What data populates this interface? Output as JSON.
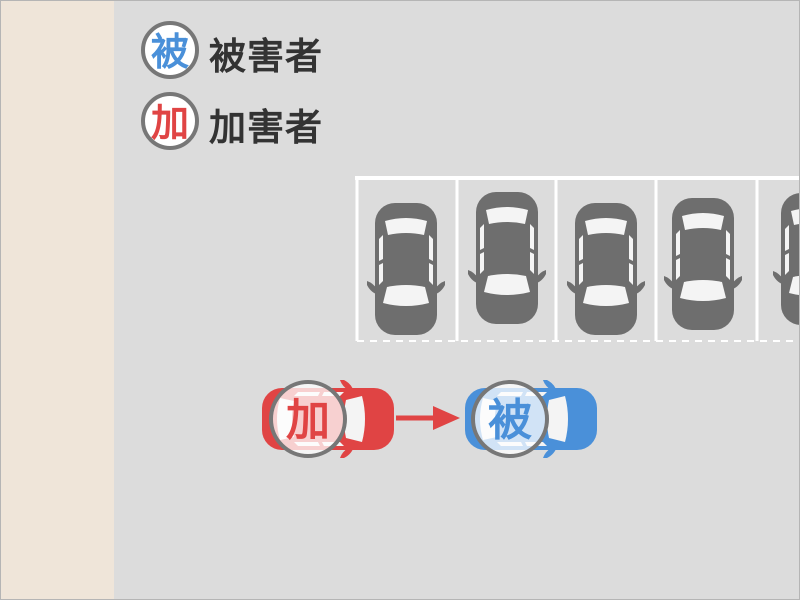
{
  "colors": {
    "background": "#dcdcdc",
    "sidebar": "#efe5d9",
    "victim": "#4a90d9",
    "offender": "#e04444",
    "parked_car": "#6e6e6e",
    "marker_ring": "#777777"
  },
  "legend": [
    {
      "badge": "被",
      "label": "被害者",
      "color": "#4a90d9"
    },
    {
      "badge": "加",
      "label": "加害者",
      "color": "#e04444"
    }
  ],
  "scene": {
    "parked_car_count": 5,
    "offender_car": {
      "badge": "加",
      "direction": "right"
    },
    "victim_car": {
      "badge": "被",
      "direction": "right"
    },
    "motion_arrow": "arrow-right-icon"
  }
}
